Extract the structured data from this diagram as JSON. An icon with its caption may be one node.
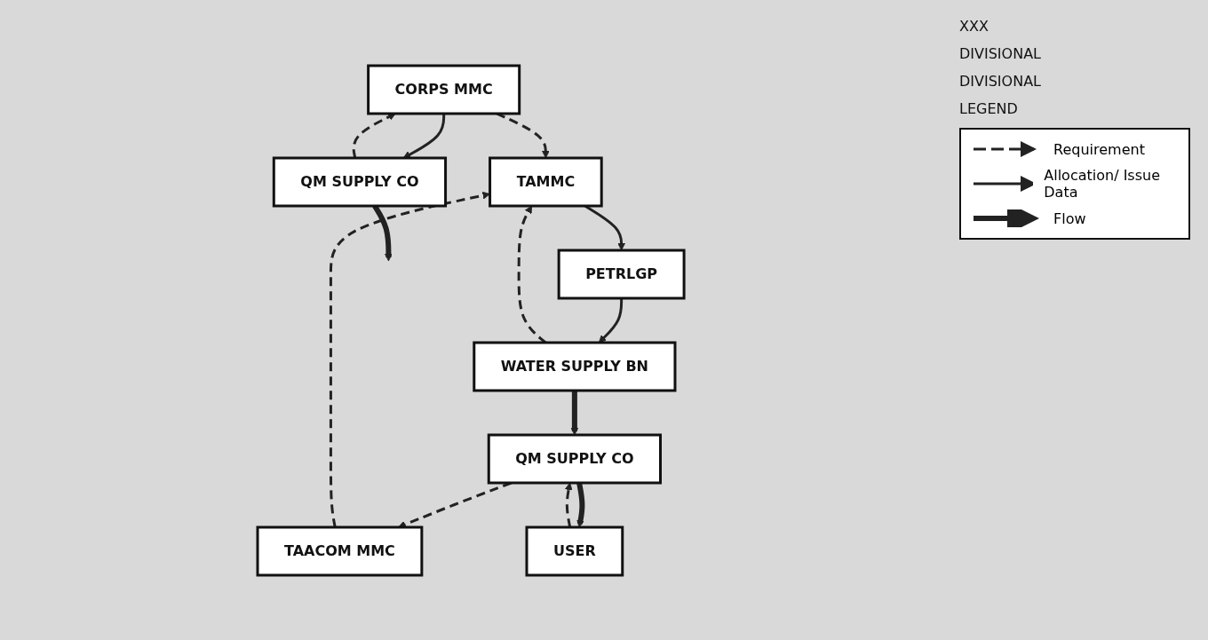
{
  "diagram": {
    "nodes": [
      {
        "text": [
          "TAMMC"
        ]
      },
      {
        "text": [
          "CORPS MMC"
        ]
      },
      {
        "text": [
          "TAACOM MMC"
        ]
      },
      {
        "text": [
          "PETRLGP"
        ]
      },
      {
        "text": [
          "WATER SUPPLY BN"
        ]
      },
      {
        "text": [
          "QM SUPPLY CO"
        ]
      },
      {
        "text": [
          "USER"
        ]
      },
      {
        "text": [
          "QM SUPPLY CO"
        ]
      }
    ],
    "edges": [
      {
        "from": 1,
        "to": 0,
        "arrow": "to",
        "style": "dashed"
      },
      {
        "from": 2,
        "to": 0,
        "arrow": "to",
        "style": "dashed"
      },
      {
        "from": 0,
        "to": 3,
        "arrow": "to"
      },
      {
        "from": 3,
        "to": 4,
        "arrow": "to"
      },
      {
        "from": 4,
        "to": 0,
        "arrow": "to",
        "style": "dashed"
      },
      {
        "from": 4,
        "to": 5,
        "arrow": "to",
        "style": "thick"
      },
      {
        "from": 5,
        "to": 2,
        "arrow": "to",
        "style": "dashed"
      },
      {
        "from": 6,
        "to": 5,
        "arrow": "to",
        "style": "dashed"
      },
      {
        "from": 5,
        "to": 6,
        "arrow": "to",
        "style": "thick"
      },
      {
        "from": 7,
        "to": 1,
        "arrow": "to",
        "style": "dashed"
      },
      {
        "from": 1,
        "to": 7,
        "arrow": "to"
      },
      {
        "from": 7,
        "to": null,
        "arrow": "to",
        "style": "thick"
      }
    ],
    "labels": [
      "XXX",
      "DIVISIONAL",
      "DIVISIONAL",
      "LEGEND"
    ],
    "legend": [
      {
        "text": "Requirement"
      },
      {
        "text": "Allocation/ Issue Data"
      },
      {
        "text": "Flow"
      }
    ]
  }
}
